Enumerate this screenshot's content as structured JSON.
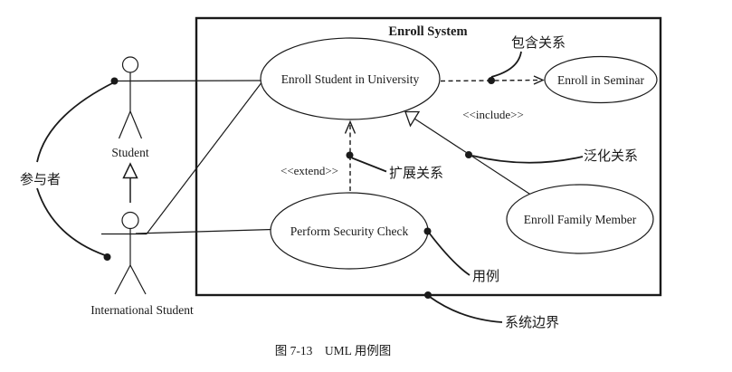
{
  "colors": {
    "ink": "#1a1a1a",
    "bg": "#ffffff"
  },
  "system": {
    "title": "Enroll System"
  },
  "use_cases": {
    "university": "Enroll Student in University",
    "seminar": "Enroll in Seminar",
    "security": "Perform Security Check",
    "family": "Enroll Family Member"
  },
  "actors": {
    "student": "Student",
    "international": "International Student"
  },
  "stereotypes": {
    "include": "<<include>>",
    "extend": "<<extend>>"
  },
  "annotations": {
    "actor": "参与者",
    "include_rel": "包含关系",
    "extend_rel": "扩展关系",
    "generalization_rel": "泛化关系",
    "use_case": "用例",
    "system_boundary": "系统边界"
  },
  "caption": "图 7-13　UML 用例图"
}
